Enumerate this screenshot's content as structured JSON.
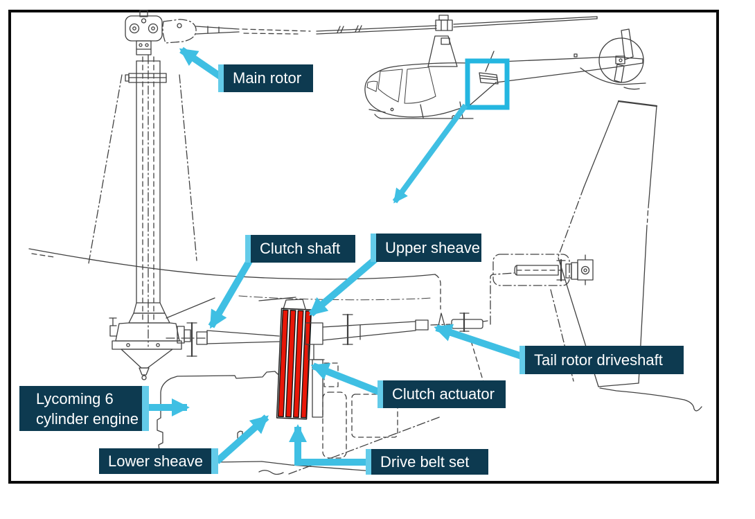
{
  "labels": {
    "main_rotor": "Main rotor",
    "clutch_shaft": "Clutch shaft",
    "upper_sheave": "Upper sheave",
    "tail_rotor_driveshaft": "Tail rotor driveshaft",
    "clutch_actuator": "Clutch actuator",
    "engine_line1": "Lycoming 6",
    "engine_line2": "cylinder engine",
    "lower_sheave": "Lower sheave",
    "drive_belt_set": "Drive belt set"
  },
  "colors": {
    "label_bg": "#0d3a50",
    "label_text": "#ffffff",
    "arrow": "#3fbfe3",
    "accent_strip": "#63cbe9",
    "highlight_box": "#24b6e0",
    "belt_red": "#e91708",
    "line_art": "#404040",
    "frame": "#0b0b0b"
  }
}
